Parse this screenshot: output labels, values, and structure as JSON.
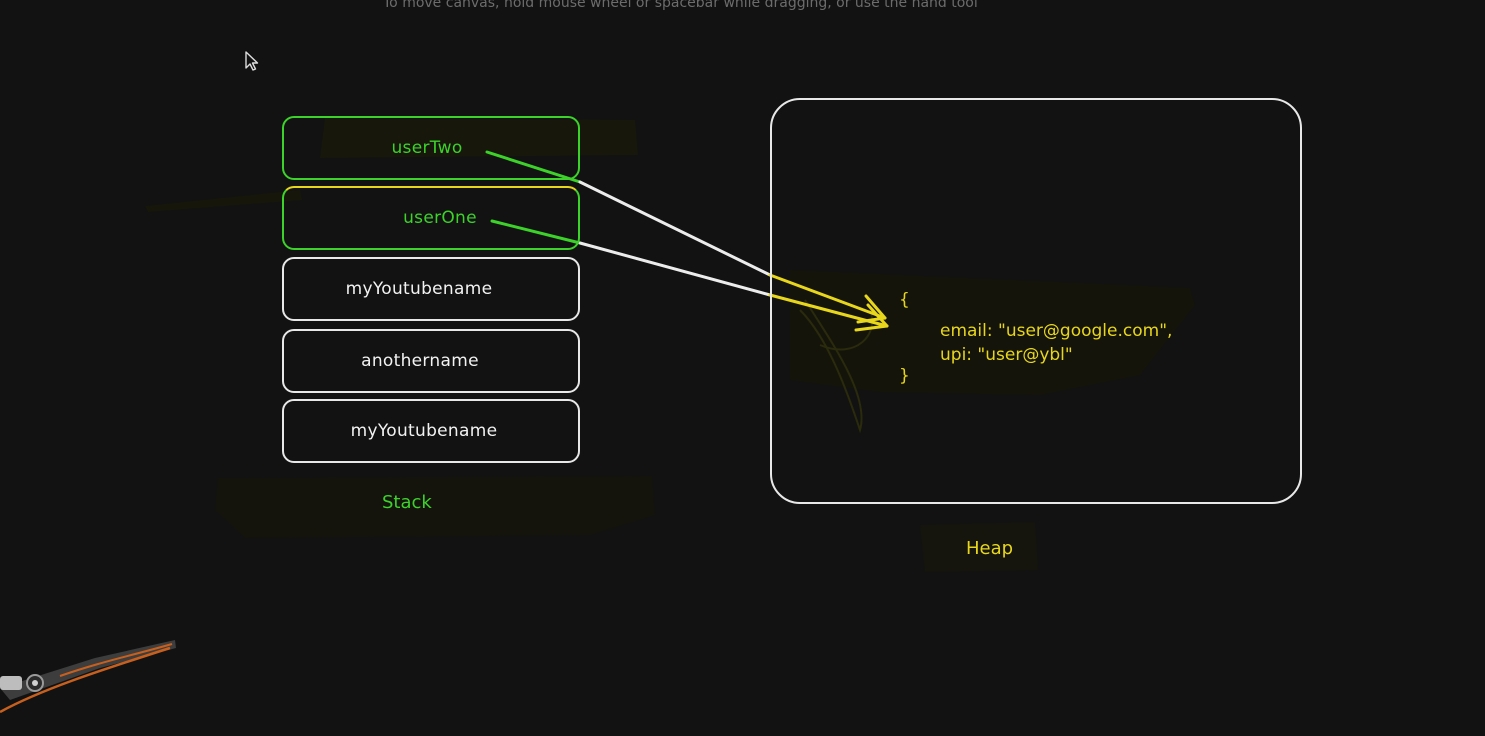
{
  "hint": "To move canvas, hold mouse wheel or spacebar while dragging, or use the hand tool",
  "stack": {
    "label": "Stack",
    "items": [
      {
        "label": "userTwo"
      },
      {
        "label": "userOne"
      },
      {
        "label": "myYoutubename"
      },
      {
        "label": "anothername"
      },
      {
        "label": "myYoutubename"
      }
    ]
  },
  "heap": {
    "label": "Heap",
    "object": {
      "open_brace": "{",
      "line1": "email: \"user@google.com\",",
      "line2": "upi: \"user@ybl\"",
      "close_brace": "}"
    }
  },
  "colors": {
    "background": "#121212",
    "stroke": "#e8e8e8",
    "green": "#3cd22a",
    "yellow": "#e8d61c"
  },
  "icons": [
    "mouse-cursor-icon",
    "pen-tool-icon"
  ]
}
